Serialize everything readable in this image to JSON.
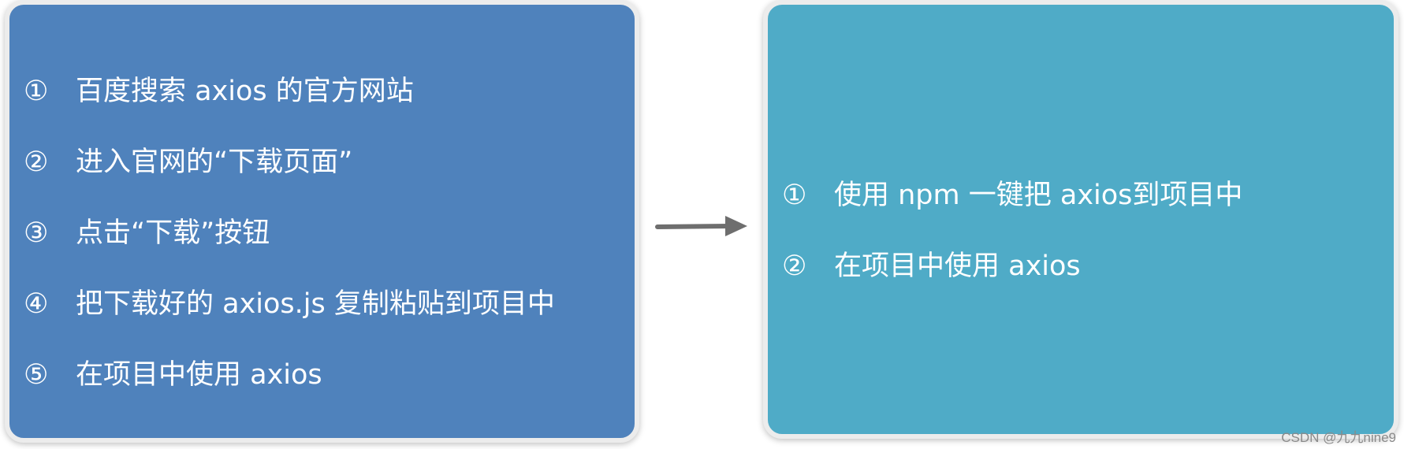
{
  "left_panel": {
    "steps": [
      {
        "number": "①",
        "text": "百度搜索 axios 的官方网站"
      },
      {
        "number": "②",
        "text": "进入官网的“下载页面”"
      },
      {
        "number": "③",
        "text": "点击“下载”按钮"
      },
      {
        "number": "④",
        "text": "把下载好的 axios.js 复制粘贴到项目中"
      },
      {
        "number": "⑤",
        "text": "在项目中使用 axios"
      }
    ]
  },
  "right_panel": {
    "steps": [
      {
        "number": "①",
        "text": "使用 npm 一键把 axios到项目中"
      },
      {
        "number": "②",
        "text": "在项目中使用 axios"
      }
    ]
  },
  "watermark": "CSDN @九九nine9",
  "colors": {
    "left_panel": "#4f82bc",
    "right_panel": "#4fabc7",
    "arrow": "#6e6e6e",
    "text": "#ffffff"
  }
}
